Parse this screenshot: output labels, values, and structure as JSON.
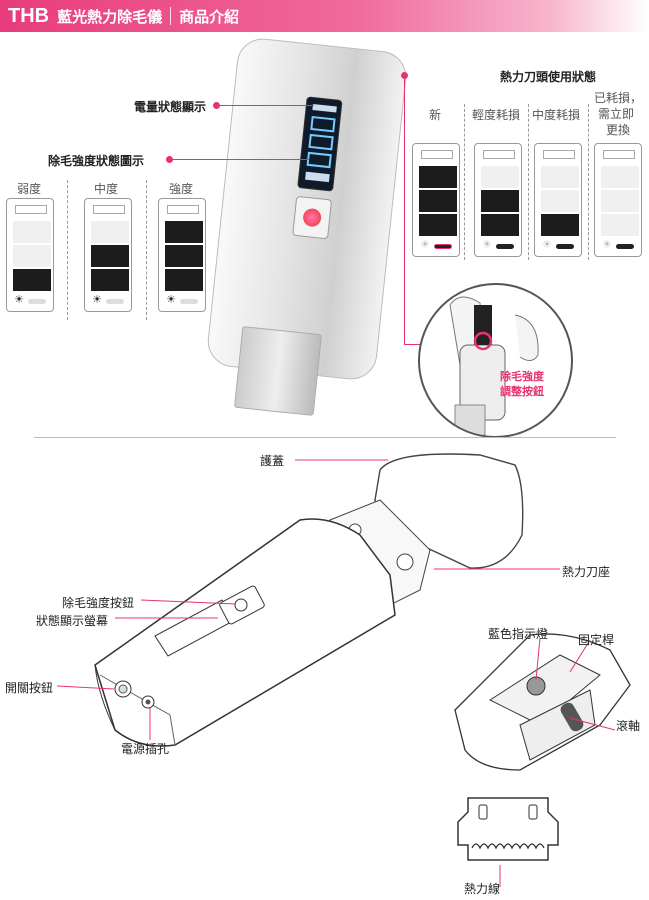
{
  "header": {
    "brand": "THB",
    "title": "藍光熱力除毛儀",
    "subtitle": "商品介紹"
  },
  "top_labels": {
    "battery_status": "電量狀態顯示",
    "intensity_status": "除毛強度狀態圖示",
    "blade_usage_title": "熱力刀頭使用狀態"
  },
  "intensity_levels": [
    {
      "label": "弱度",
      "active_segments": 1
    },
    {
      "label": "中度",
      "active_segments": 2
    },
    {
      "label": "強度",
      "active_segments": 3
    }
  ],
  "blade_states": [
    {
      "label": "新",
      "active_segments": 3
    },
    {
      "label": "輕度耗損",
      "active_segments": 2
    },
    {
      "label": "中度耗損",
      "active_segments": 1
    },
    {
      "label_lines": [
        "已耗損，",
        "需立即",
        "更換"
      ],
      "active_segments": 0
    }
  ],
  "inset_callout": [
    "除毛強度",
    "調整按鈕"
  ],
  "bottom_labels": {
    "cover": "護蓋",
    "blade_seat": "熱力刀座",
    "intensity_button": "除毛強度按鈕",
    "status_screen": "狀態顯示螢幕",
    "power_button": "開關按鈕",
    "power_jack": "電源插孔",
    "blue_light": "藍色指示燈",
    "fixing_rod": "固定桿",
    "roller": "滾軸",
    "heat_wire": "熱力線"
  },
  "colors": {
    "accent": "#e8336f",
    "segment_on": "#1c1c1c",
    "segment_off": "#f0f0f0"
  }
}
